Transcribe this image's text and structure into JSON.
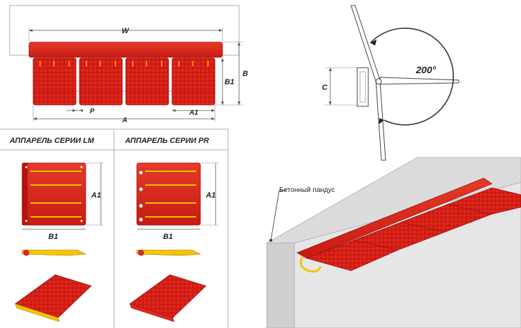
{
  "top_drawing": {
    "label_w": "W",
    "label_b": "B",
    "label_b1": "B1",
    "label_p": "P",
    "label_a1": "A1",
    "label_a": "A"
  },
  "side_drawing": {
    "label_c": "C",
    "angle": "200°"
  },
  "series_lm": {
    "title": "АППАРЕЛЬ СЕРИИ LM",
    "label_a1": "A1",
    "label_b1": "B1"
  },
  "series_pr": {
    "title": "АППАРЕЛЬ СЕРИИ PR",
    "label_a1": "A1",
    "label_b1": "B1"
  },
  "ramp": {
    "callout": "Бетонный пандус"
  },
  "colors": {
    "plate_red": "#e1261c",
    "plate_dark": "#b3140e",
    "hinge_yellow": "#f5c400",
    "concrete": "#d9d9d9",
    "concrete_dark": "#bdbdbd"
  }
}
